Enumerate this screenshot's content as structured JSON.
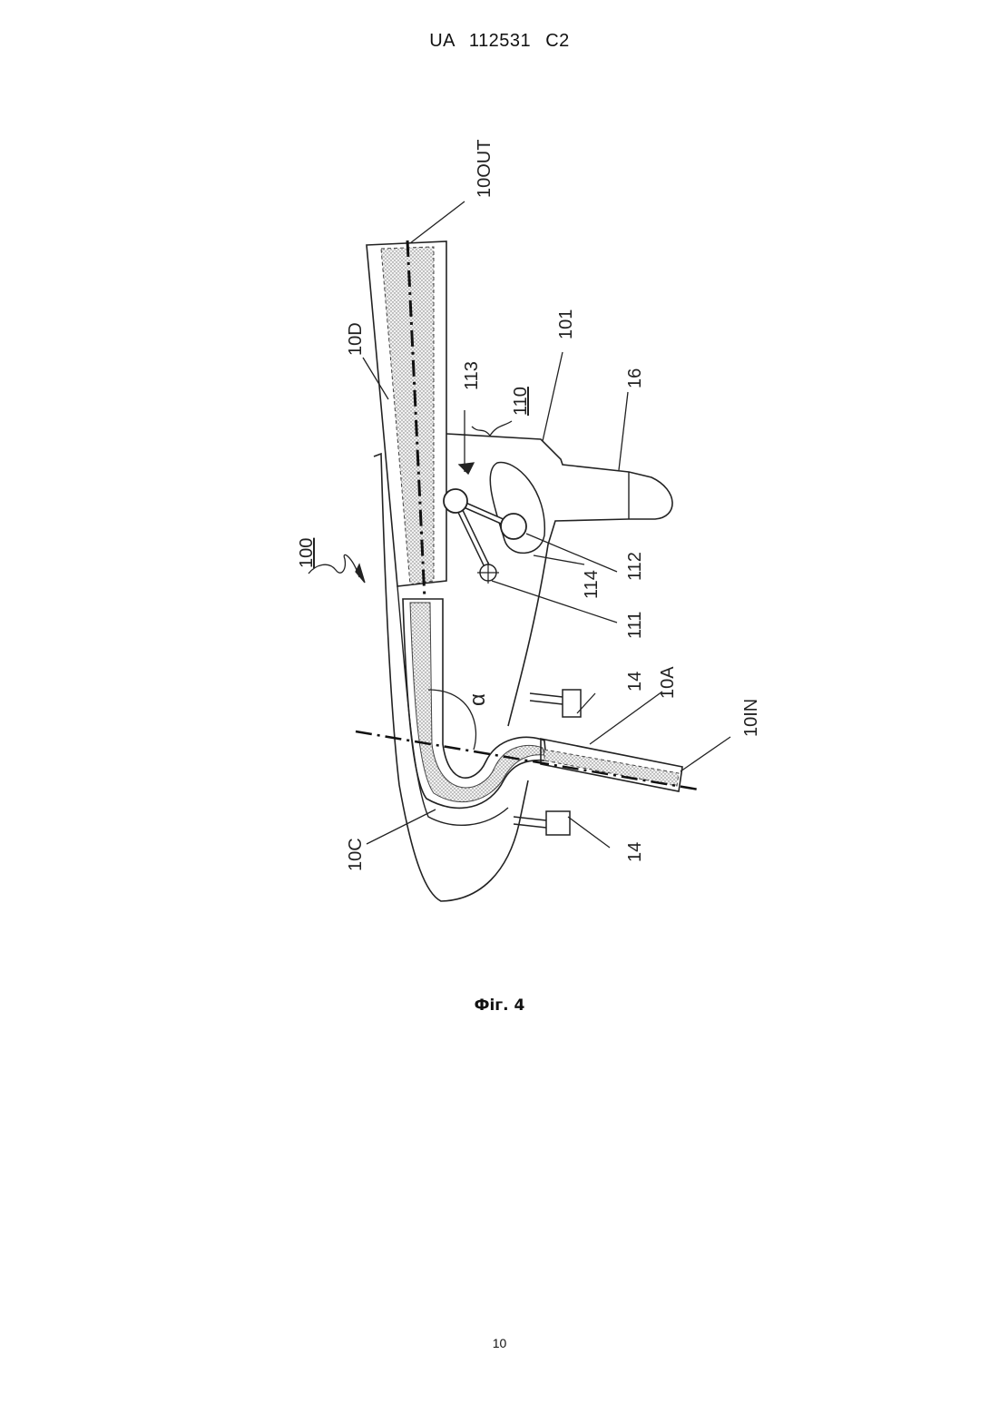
{
  "header": {
    "doc_id": "UA   112531   C2"
  },
  "figure": {
    "caption": "Фіг. 4",
    "labels": {
      "l100": "100",
      "l10OUT": "10OUT",
      "l10D": "10D",
      "l113": "113",
      "l110": "110",
      "l101": "101",
      "l16": "16",
      "l112": "112",
      "l114": "114",
      "l111": "111",
      "l14a": "14",
      "l10A": "10A",
      "l10IN": "10IN",
      "l10C": "10C",
      "l14b": "14",
      "alpha": "α"
    }
  },
  "footer": {
    "page_number": "10"
  }
}
